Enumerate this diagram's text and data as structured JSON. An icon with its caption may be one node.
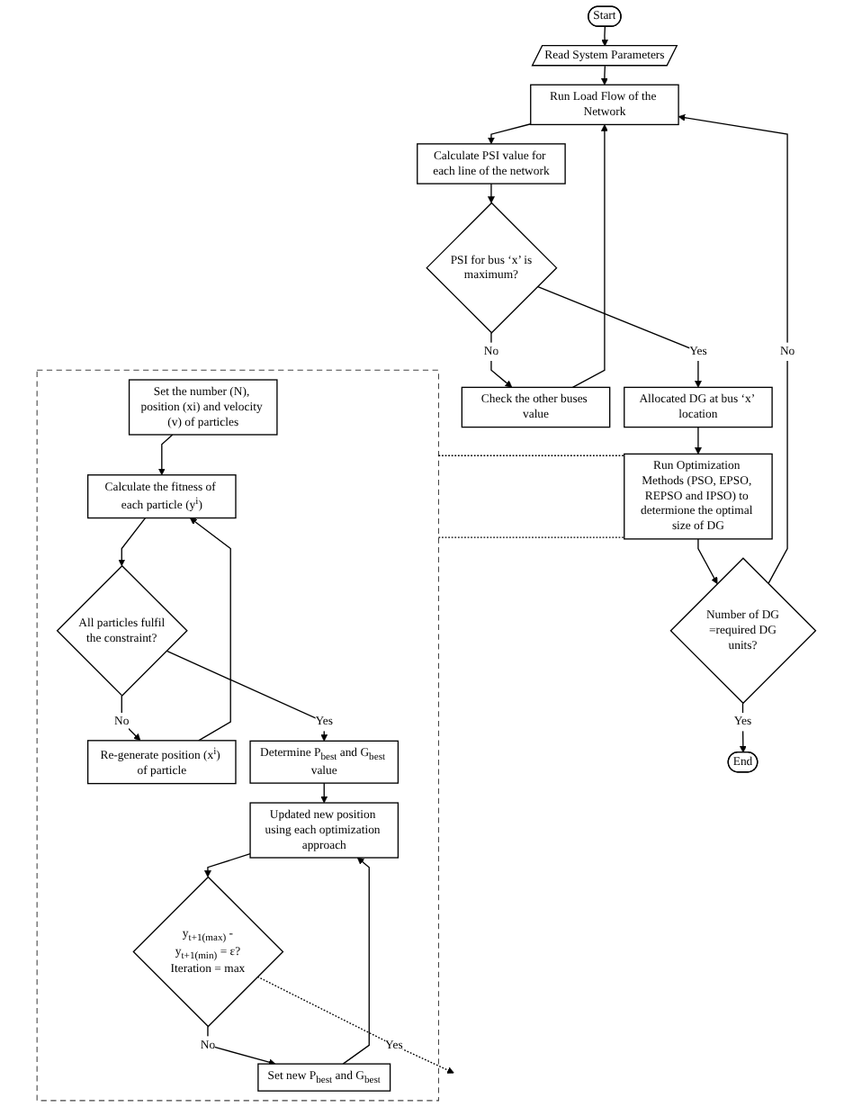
{
  "diagram": {
    "nodes": [
      {
        "text": [
          "Start"
        ]
      },
      {
        "text": [
          "Read System Parameters"
        ]
      },
      {
        "text": [
          "Run Load Flow of the Network"
        ]
      },
      {
        "text": [
          "Calculate PSI value for each line of the network"
        ]
      },
      {
        "text": [
          "Check the other buses value"
        ]
      },
      {
        "text": [
          "PSI for bus ‘x’ is maximum?"
        ]
      },
      {
        "text": [
          "Allocated DG at bus ‘x’ location"
        ]
      },
      {
        "text": [
          "Run Optimization Methods (PSO, EPSO, REPSO and IPSO) to determione the optimal size of DG"
        ]
      },
      {
        "text": [
          "Number of DG =required DG units?"
        ]
      },
      {
        "text": [
          "End"
        ]
      },
      {
        "text": [],
        "shape": "box"
      },
      {
        "text": [
          "Set the number (N), position (xi) and velocity (v) of particles"
        ],
        "in": 10
      },
      {
        "text": [
          "Calculate the fitness of each particle (y$^{i}$)"
        ],
        "in": 10
      },
      {
        "text": [
          "Re-generate position (x$^{i}$) of particle"
        ],
        "in": 10
      },
      {
        "text": [
          "All particles fulfil the constraint?"
        ],
        "in": 10
      },
      {
        "text": [
          "Determine P$_{best}$ and G$_{best}$ value"
        ],
        "in": 10
      },
      {
        "text": [
          "Updated new position using each optimization approach"
        ],
        "in": 10
      },
      {
        "text": [
          "Set new P$_{best}$ and G$_{best}$"
        ],
        "in": 10
      },
      {
        "text": [
          "y$_{t+1(max)}$ - y$_{t+1(min)}$ = ε? Iteration = max"
        ],
        "in": 10
      }
    ],
    "edges": [
      {
        "from": 0,
        "to": 1,
        "arrow": "to"
      },
      {
        "from": 1,
        "to": 2,
        "arrow": "to"
      },
      {
        "from": 2,
        "to": 3,
        "arrow": "to"
      },
      {
        "from": 3,
        "to": 5,
        "arrow": "to"
      },
      {
        "from": 5,
        "to": 4,
        "arrow": "to",
        "label": "No"
      },
      {
        "from": 4,
        "to": 2,
        "arrow": "to"
      },
      {
        "from": 5,
        "to": 6,
        "arrow": "to",
        "label": "Yes"
      },
      {
        "from": 6,
        "to": 7,
        "arrow": "to"
      },
      {
        "from": 7,
        "to": 8,
        "arrow": "to"
      },
      {
        "from": 8,
        "to": 9,
        "arrow": "to",
        "label": "Yes"
      },
      {
        "from": 8,
        "to": 2,
        "arrow": "to",
        "label": "No"
      },
      {
        "from": 10,
        "to": 7,
        "arrow": "none",
        "style": "dashed"
      },
      {
        "from": 10,
        "to": 7,
        "arrow": "none",
        "style": "dashed"
      },
      {
        "from": 11,
        "to": 12,
        "arrow": "to"
      },
      {
        "from": 12,
        "to": 14,
        "arrow": "to"
      },
      {
        "from": 14,
        "to": 13,
        "arrow": "to",
        "label": "No"
      },
      {
        "from": 13,
        "to": 12,
        "arrow": "to"
      },
      {
        "from": 14,
        "to": 15,
        "arrow": "to",
        "label": "Yes"
      },
      {
        "from": 15,
        "to": 16,
        "arrow": "to"
      },
      {
        "from": 16,
        "to": 18,
        "arrow": "to"
      },
      {
        "from": 18,
        "to": 17,
        "arrow": "to",
        "label": "No"
      },
      {
        "from": 17,
        "to": 16,
        "arrow": "to"
      },
      {
        "from": 18,
        "to": null,
        "arrow": "to",
        "label": "Yes",
        "style": "dashed"
      }
    ]
  }
}
